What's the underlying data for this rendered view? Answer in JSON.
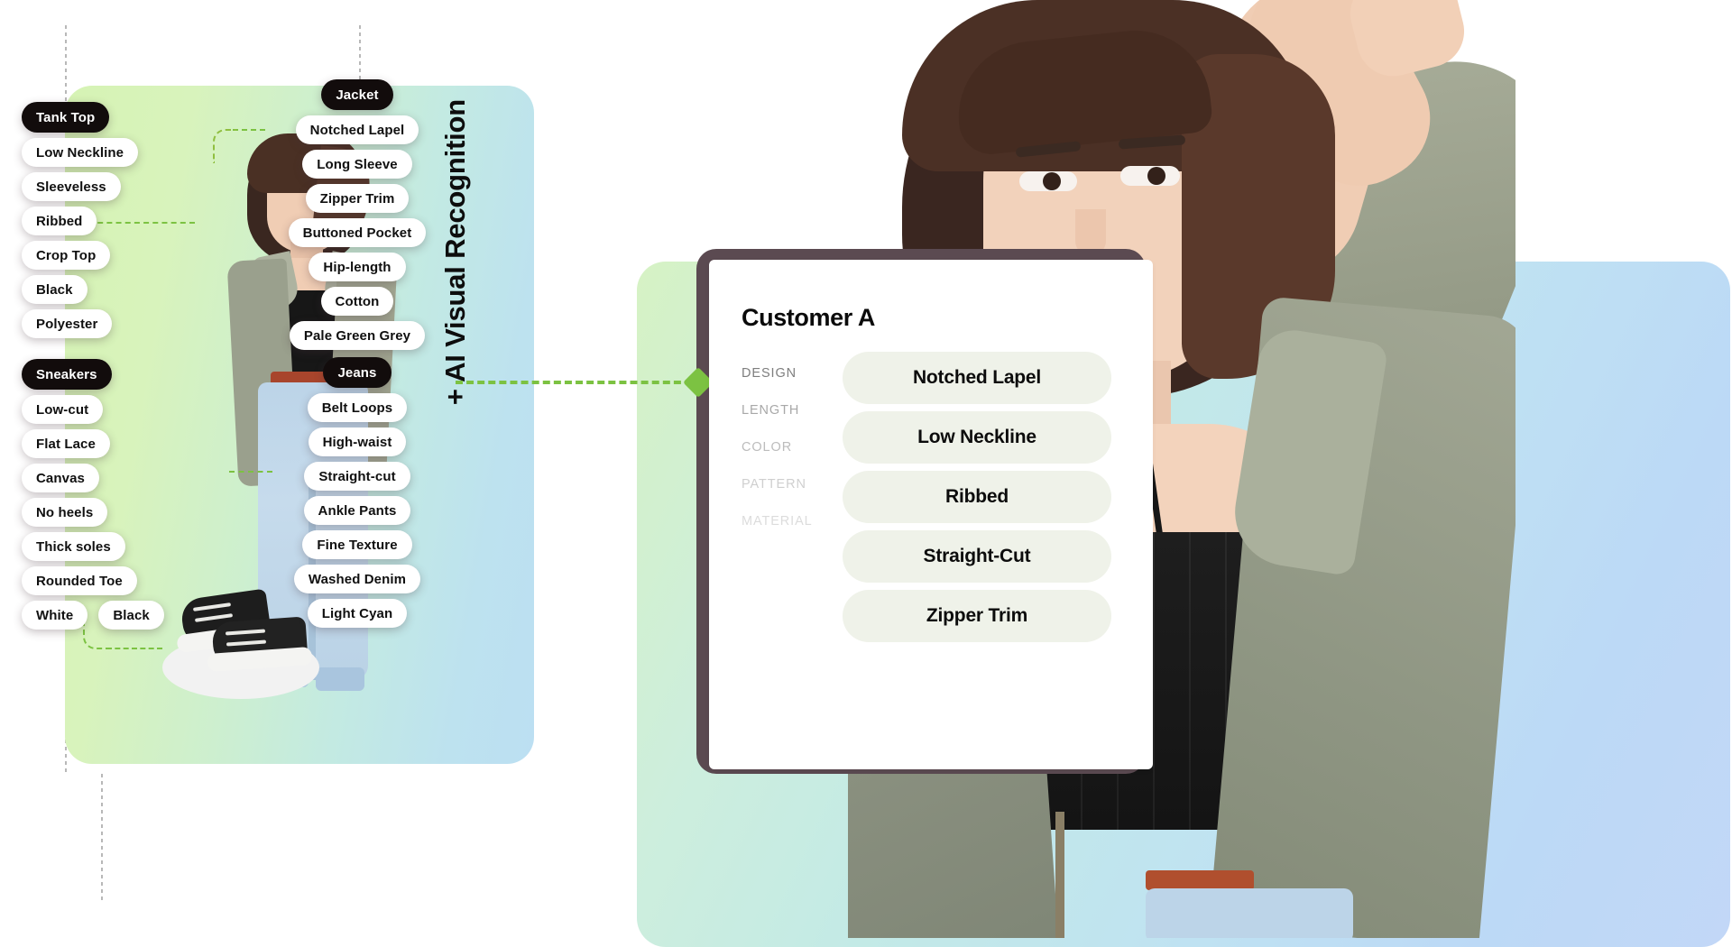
{
  "headline": {
    "vertical_title": "+ AI Visual Recognition"
  },
  "attribute_groups": [
    {
      "id": "tank-top",
      "header": "Tank Top",
      "tags": [
        "Low Neckline",
        "Sleeveless",
        "Ribbed",
        "Crop Top",
        "Black",
        "Polyester"
      ]
    },
    {
      "id": "jacket",
      "header": "Jacket",
      "tags": [
        "Notched Lapel",
        "Long Sleeve",
        "Zipper Trim",
        "Buttoned Pocket",
        "Hip-length",
        "Cotton",
        "Pale Green Grey"
      ]
    },
    {
      "id": "sneakers",
      "header": "Sneakers",
      "tags": [
        "Low-cut",
        "Flat Lace",
        "Canvas",
        "No heels",
        "Thick soles",
        "Rounded Toe"
      ],
      "tag_row": [
        "White",
        "Black"
      ]
    },
    {
      "id": "jeans",
      "header": "Jeans",
      "tags": [
        "Belt Loops",
        "High-waist",
        "Straight-cut",
        "Ankle Pants",
        "Fine Texture",
        "Washed Denim",
        "Light Cyan"
      ]
    }
  ],
  "customer_card": {
    "title": "Customer A",
    "attribute_labels": [
      "DESIGN",
      "LENGTH",
      "COLOR",
      "PATTERN",
      "MATERIAL"
    ],
    "values": [
      "Notched Lapel",
      "Low Neckline",
      "Ribbed",
      "Straight-Cut",
      "Zipper Trim"
    ]
  },
  "colors": {
    "accent_green": "#7cc242",
    "pill_dark": "#120c0c",
    "pill_light": "#ffffff",
    "card_shadow": "#5b4a51",
    "value_pill_bg": "#eff2e9",
    "panel_gradient_start": "#d6f3b4",
    "panel_gradient_end": "#bcdff2"
  }
}
